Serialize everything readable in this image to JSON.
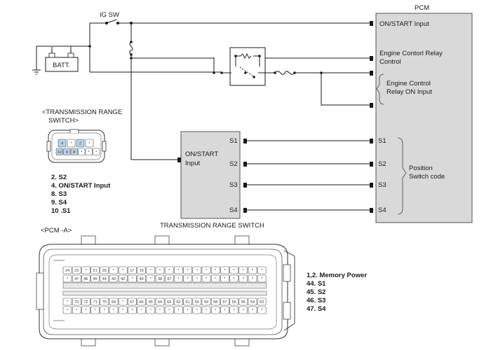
{
  "labels": {
    "ig_sw": "IG SW",
    "batt": "BATT.",
    "pcm": "PCM",
    "pcm_on_start": "ON/START Input",
    "pcm_ecr_control_1": "Engine Contorl Relay",
    "pcm_ecr_control_2": "Control",
    "pcm_ecr_on_1": "Engine Control",
    "pcm_ecr_on_2": "Relay ON Input",
    "pcm_s1": "S1",
    "pcm_s2": "S2",
    "pcm_s3": "S3",
    "pcm_s4": "S4",
    "position_1": "Position",
    "position_2": "Switch code",
    "trs_box_1": "ON/START",
    "trs_box_2": "Input",
    "trs_s1": "S1",
    "trs_s2": "S2",
    "trs_s3": "S3",
    "trs_s4": "S4",
    "trs_caption": "TRANSMISSION RANGE SWITCH",
    "trs_connector_title_1": "<TRANSMISSION RANGE",
    "trs_connector_title_2": "SWITCH>",
    "pcm_connector_title": "<PCM -A>",
    "battery_plus": "+",
    "battery_minus": "-"
  },
  "trs_connector": {
    "top_row": [
      "4",
      "*",
      "2",
      "*"
    ],
    "bottom_row": [
      "10",
      "9",
      "8",
      "*",
      "*",
      "*"
    ]
  },
  "trs_pin_list": [
    "2. S2",
    "4. ON/START Input",
    "8. S3",
    "9. S4",
    "10 .S1"
  ],
  "pcm_pin_list": [
    "1,2. Memory Power",
    "44. S1",
    "45. S2",
    "46. S3",
    "47. S4"
  ],
  "pcm_connector": {
    "row1": [
      "24",
      "23",
      "*",
      "21",
      "20",
      "*",
      "*",
      "17",
      "16",
      "*",
      "*",
      "*",
      "*",
      "*",
      "*",
      "*",
      "*",
      "*",
      "*",
      "*",
      "*",
      "*"
    ],
    "row2": [
      "*",
      "47",
      "46",
      "45",
      "44",
      "43",
      "42",
      "*",
      "40",
      "*",
      "38",
      "37",
      "*",
      "*",
      "*",
      "*",
      "*",
      "*",
      "*",
      "*",
      "*",
      "*"
    ],
    "row3": [
      "*",
      "73",
      "72",
      "71",
      "70",
      "69",
      "*",
      "67",
      "66",
      "65",
      "64",
      "63",
      "62",
      "61",
      "60",
      "59",
      "58",
      "57",
      "56",
      "55",
      "54",
      "53"
    ],
    "row4": [
      "*",
      "*",
      "*",
      "*",
      "*",
      "*",
      "*",
      "*",
      "*",
      "*",
      "*",
      "*",
      "*",
      "*",
      "*",
      "*",
      "*",
      "*",
      "*",
      "*",
      "*",
      "*"
    ]
  }
}
